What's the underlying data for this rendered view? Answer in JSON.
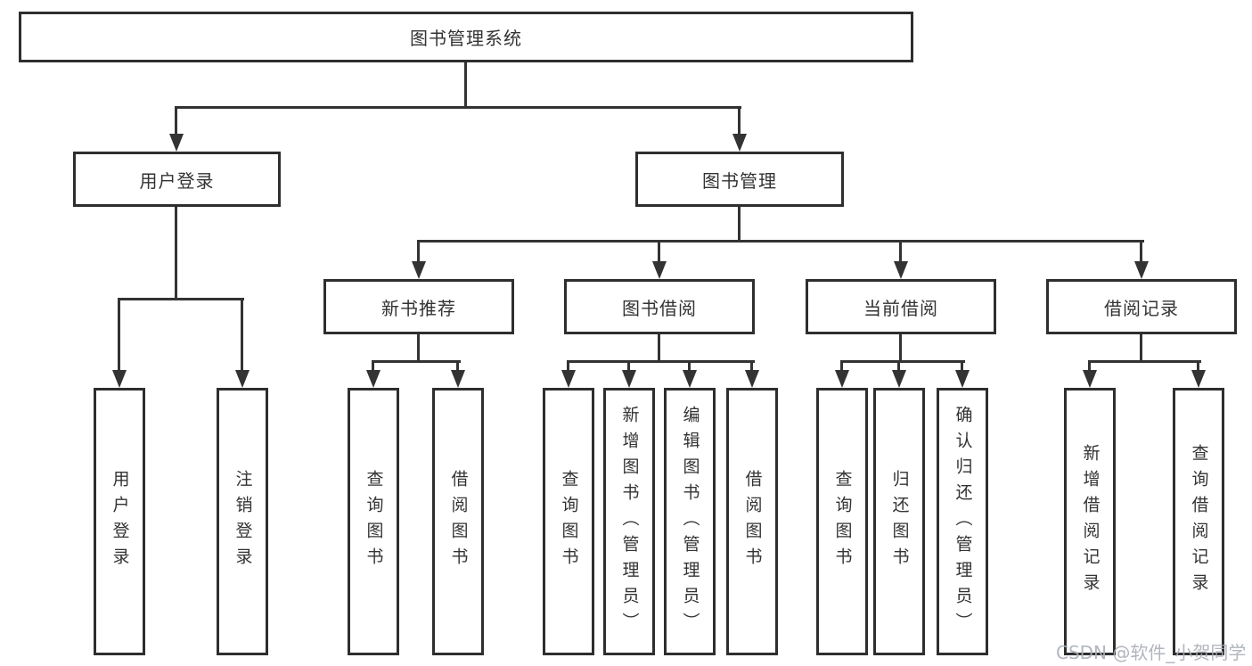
{
  "page": {
    "background": "#ffffff"
  },
  "tree": {
    "root": {
      "label": "图书管理系统"
    },
    "user_login": {
      "label": "用户登录",
      "children": [
        {
          "label": "用户登录"
        },
        {
          "label": "注销登录"
        }
      ]
    },
    "book_mgmt": {
      "label": "图书管理",
      "children": [
        {
          "label": "新书推荐",
          "children": [
            {
              "label": "查询图书"
            },
            {
              "label": "借阅图书"
            }
          ]
        },
        {
          "label": "图书借阅",
          "children": [
            {
              "label": "查询图书"
            },
            {
              "label": "新增图书（管理员）"
            },
            {
              "label": "编辑图书（管理员）"
            },
            {
              "label": "借阅图书"
            }
          ]
        },
        {
          "label": "当前借阅",
          "children": [
            {
              "label": "查询图书"
            },
            {
              "label": "归还图书"
            },
            {
              "label": "确认归还（管理员）"
            }
          ]
        },
        {
          "label": "借阅记录",
          "children": [
            {
              "label": "新增借阅记录"
            },
            {
              "label": "查询借阅记录"
            }
          ]
        }
      ]
    }
  },
  "watermark": {
    "text": "CSDN @软件_小贺同学",
    "color": "#a9aeb6"
  },
  "colors": {
    "line": "#333333",
    "box_border": "#2e2e2e",
    "text": "#333333"
  }
}
